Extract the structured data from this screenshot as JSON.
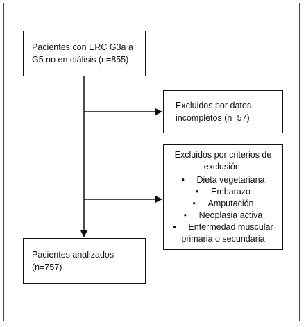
{
  "diagram": {
    "start_box": {
      "lines": [
        "Pacientes con ERC G3a a",
        "G5 no en diálisis (n=855)"
      ]
    },
    "exclusion_box_1": {
      "lines": [
        "Excluidos por datos",
        "incompletos (n=57)"
      ]
    },
    "exclusion_box_2": {
      "heading": [
        "Excluidos por criterios de",
        "exclusión:"
      ],
      "bullet_symbol": "•",
      "items": [
        [
          "Dieta vegetariana"
        ],
        [
          "Embarazo"
        ],
        [
          "Amputación"
        ],
        [
          "Neoplasia activa"
        ],
        [
          "Enfermedad muscular",
          "primaria o secundaria"
        ]
      ]
    },
    "end_box": {
      "lines": [
        "Pacientes analizados",
        "(n=757)"
      ]
    }
  }
}
